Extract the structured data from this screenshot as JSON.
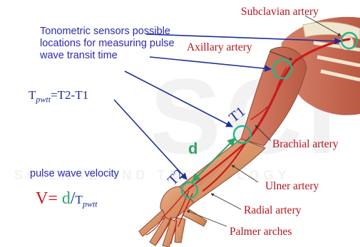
{
  "sensor_note": "Tonometric sensors possible locations for measuring pulse wave transit time",
  "transit_time": {
    "symbol": "T",
    "subscript": "pwtt",
    "expression": "=T2-T1"
  },
  "pulse_wave_velocity_label": "pulse wave velocity",
  "formula": {
    "lhs": "V=",
    "numerator": "d",
    "slash": "/",
    "denominator_symbol": "T",
    "denominator_subscript": "pwtt"
  },
  "markers": {
    "t1": "T1",
    "t2": "T2",
    "distance": "d"
  },
  "arteries": [
    {
      "id": "subclavian",
      "label": "Subclavian artery"
    },
    {
      "id": "axillary",
      "label": "Axillary artery"
    },
    {
      "id": "brachial",
      "label": "Brachial artery"
    },
    {
      "id": "ulner",
      "label": "Ulner artery"
    },
    {
      "id": "radial",
      "label": "Radial artery"
    },
    {
      "id": "palmer",
      "label": "Palmer arches"
    }
  ],
  "watermark": "SCITEPRESS SCIENCE AND TECHNOLOGY PUBLICATIONS",
  "colors": {
    "artery_label": "#b5141c",
    "sensor_text": "#2a2ab0",
    "sensor_ring": "#27b58a",
    "distance": "#2fa36a",
    "arrow": "#1d2f9a",
    "skin": "#e3a070",
    "artery": "#c81a1a"
  }
}
